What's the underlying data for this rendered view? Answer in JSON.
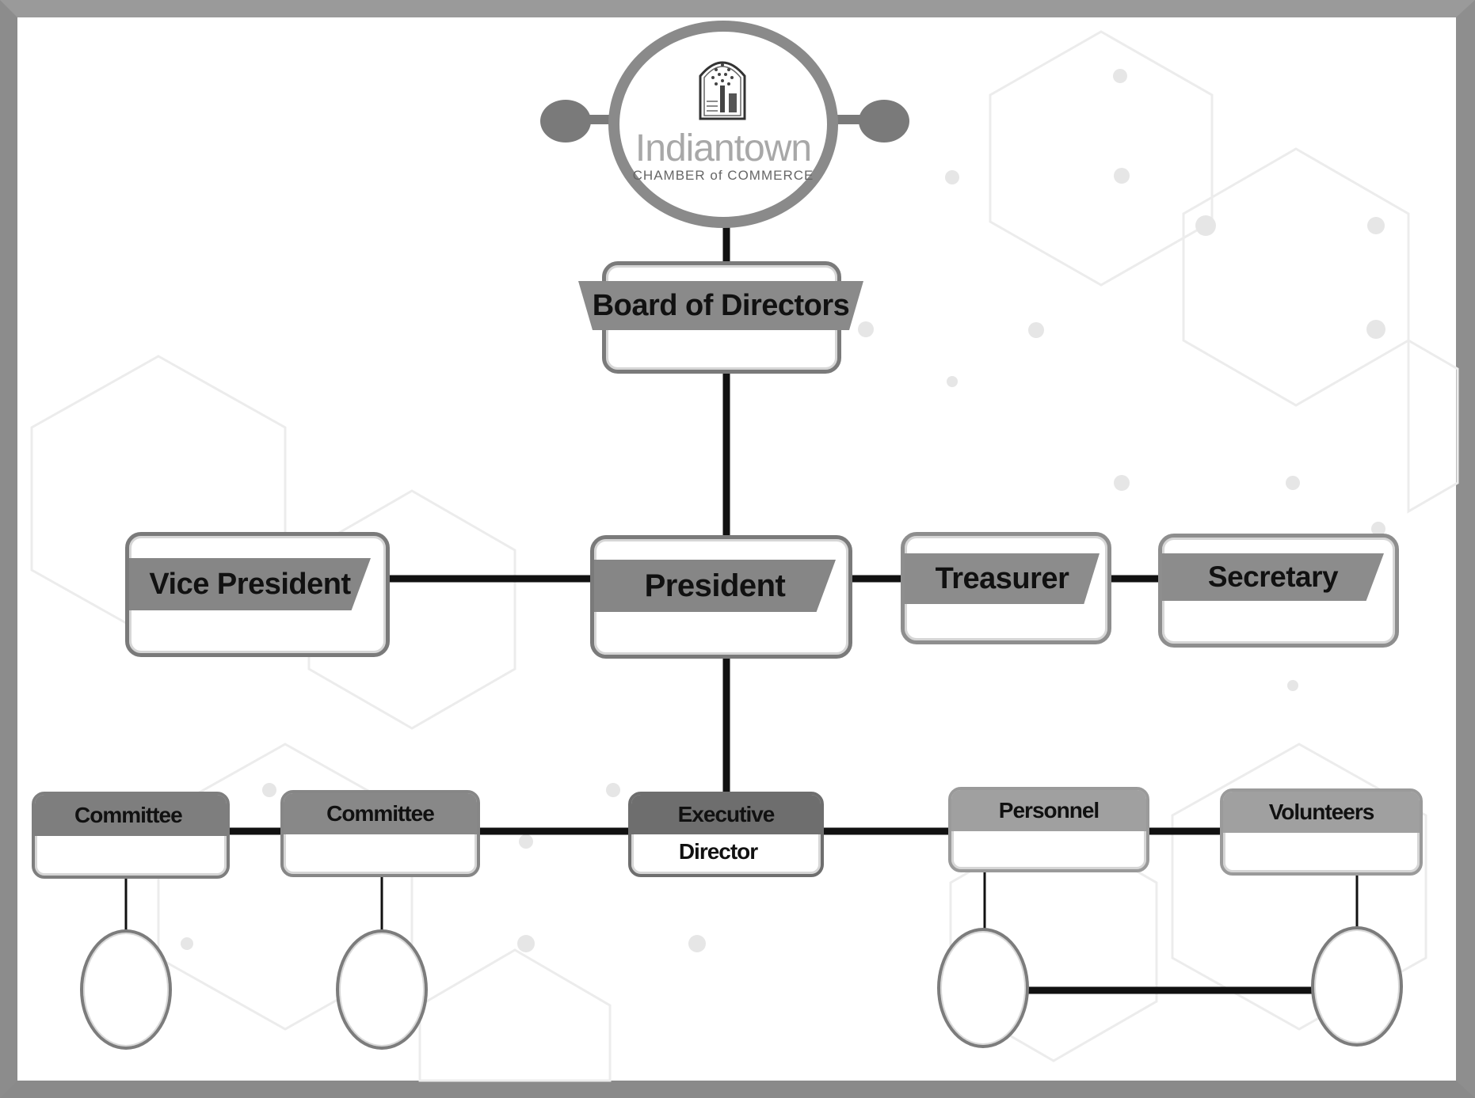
{
  "logo": {
    "title": "Indiantown",
    "subtitle": "CHAMBER of COMMERCE",
    "emblem_icon": "tree-arch-emblem-icon"
  },
  "nodes": {
    "board": {
      "label": "Board of Directors"
    },
    "president": {
      "label": "President"
    },
    "vice_president": {
      "label": "Vice President"
    },
    "treasurer": {
      "label": "Treasurer"
    },
    "secretary": {
      "label": "Secretary"
    },
    "committee_1": {
      "label": "Committee"
    },
    "committee_2": {
      "label": "Committee"
    },
    "executive_director": {
      "label": "Executive",
      "label_line2": "Director"
    },
    "personnel": {
      "label": "Personnel"
    },
    "volunteers": {
      "label": "Volunteers"
    }
  },
  "colors": {
    "frame": "#8c8c8c",
    "band": "#868686",
    "connector": "#111111",
    "node_border": "#7a7a7a"
  }
}
